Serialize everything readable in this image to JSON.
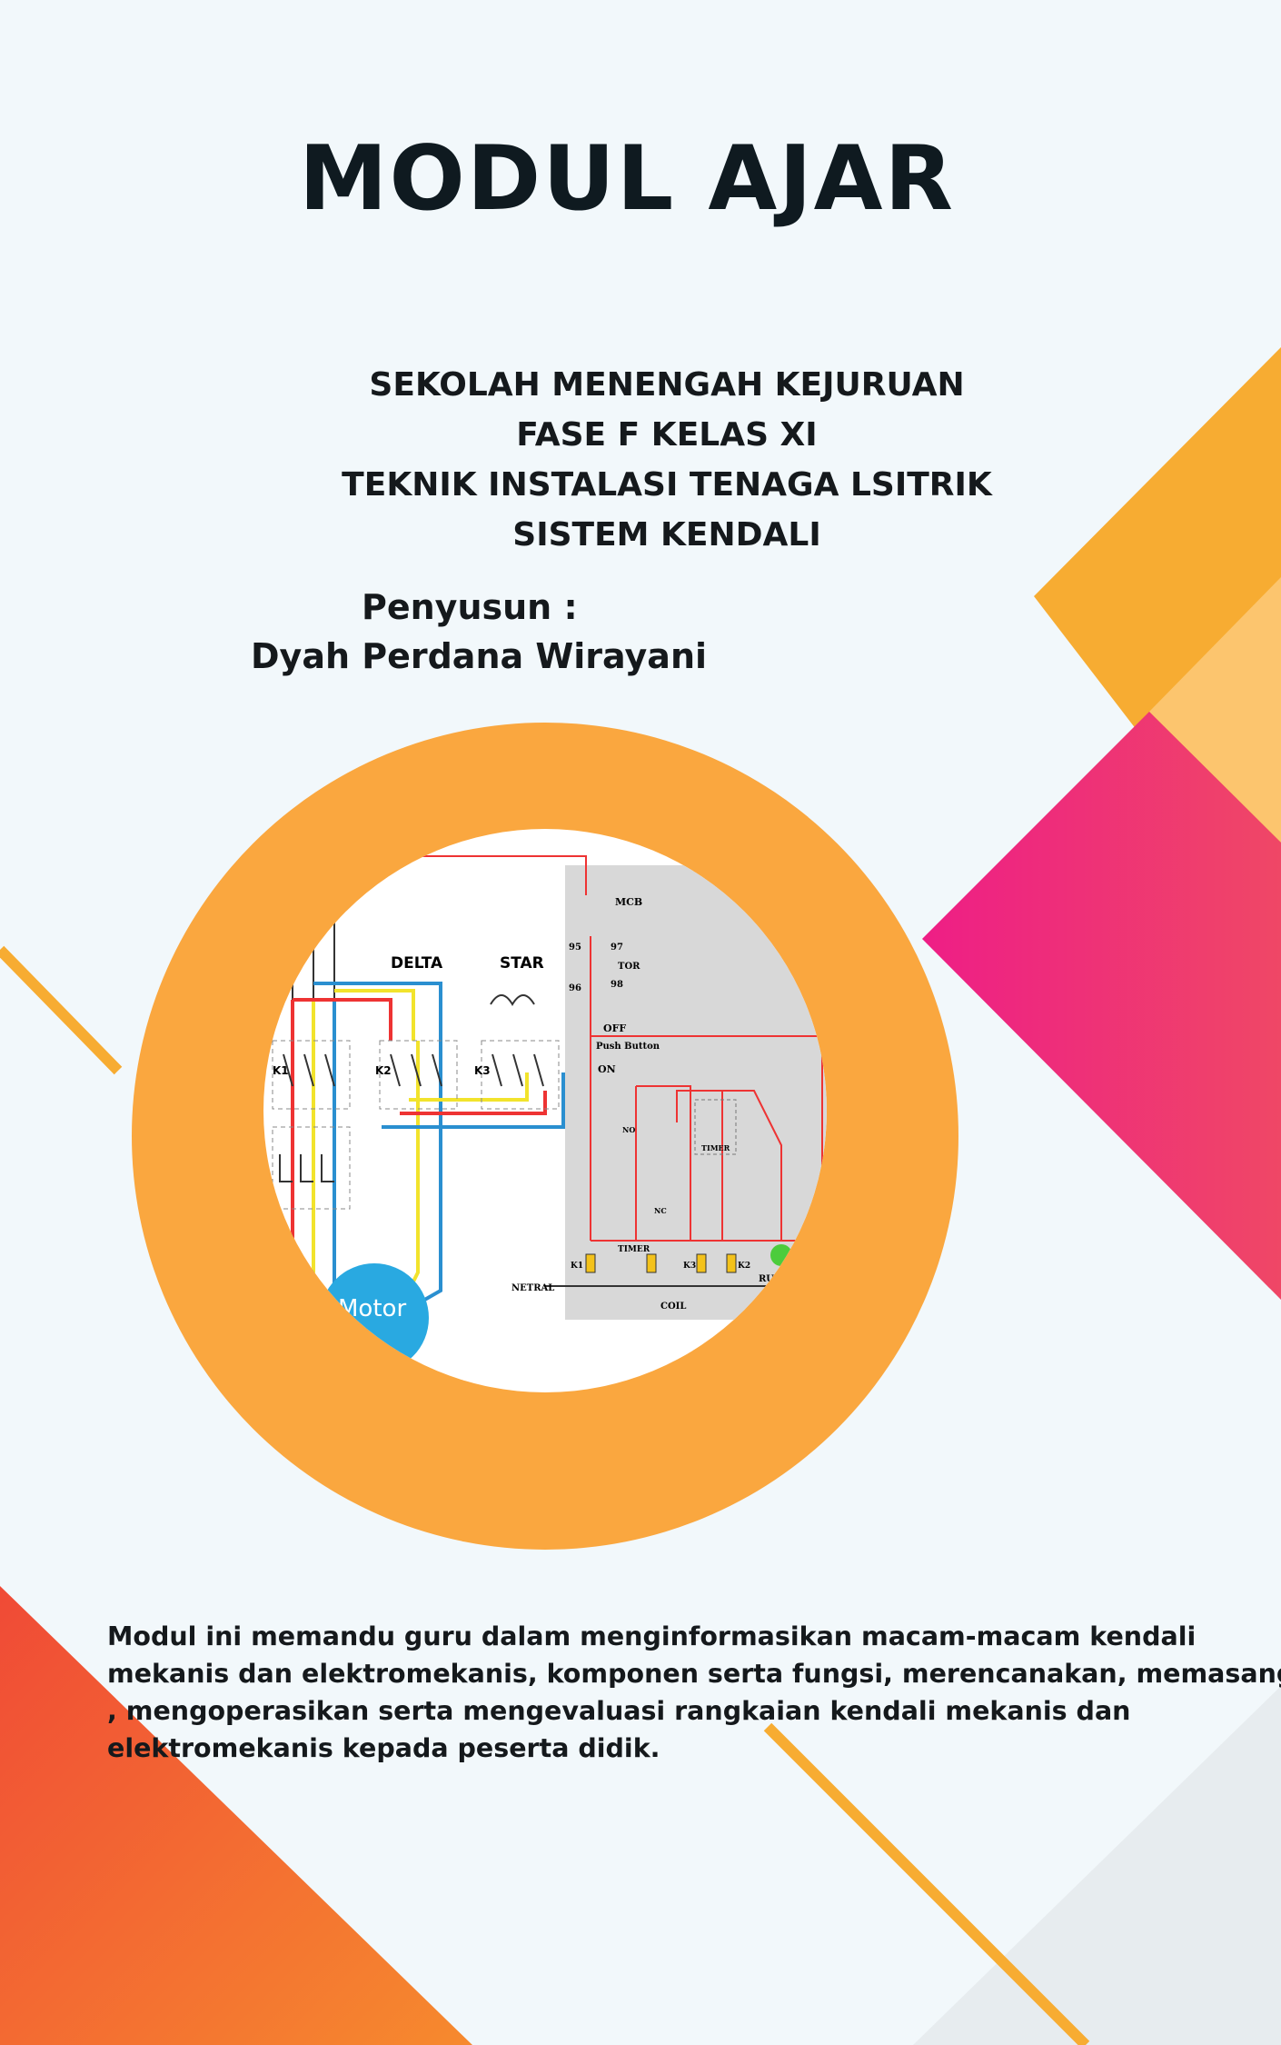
{
  "document": {
    "title": "MODUL AJAR",
    "subtitle_lines": [
      "SEKOLAH MENENGAH KEJURUAN",
      "FASE F KELAS XI",
      "TEKNIK INSTALASI TENAGA LSITRIK",
      "SISTEM KENDALI"
    ],
    "author_label": "Penyusun :",
    "author_name": "Dyah Perdana Wirayani",
    "description_lines": [
      "Modul ini memandu guru dalam menginformasikan macam-macam kendali",
      "mekanis dan elektromekanis, komponen serta fungsi, merencanakan, memasang",
      ", mengoperasikan serta mengevaluasi rangkaian kendali mekanis dan",
      "elektromekanis kepada peserta didik."
    ]
  },
  "diagram": {
    "section_labels": [
      "DELTA",
      "STAR"
    ],
    "contactors": [
      "K1",
      "K2",
      "K3"
    ],
    "power_side": [
      "MCB",
      "95",
      "97",
      "TOR",
      "96",
      "98",
      "OFF",
      "Push Button",
      "ON"
    ],
    "control_labels": [
      "NO",
      "NC",
      "TIMER"
    ],
    "coil_labels": [
      "K1",
      "TIMER",
      "K3",
      "K2"
    ],
    "neutral_label": "NETRAL",
    "coil_label": "COIL",
    "lamp_label": "RUN",
    "motor_label": "Motor"
  },
  "colors": {
    "background": "#f2f8fb",
    "ring": "#faa73f",
    "orange": "#f7ac32",
    "light_orange": "#fcc56e",
    "magenta": "#ee1e86",
    "pink_red": "#ef4766",
    "red_orange": "#f25a33",
    "panel_gray": "#d8d8d8",
    "motor_blue": "#29a9e1",
    "lamp_green": "#4ccc3c"
  }
}
